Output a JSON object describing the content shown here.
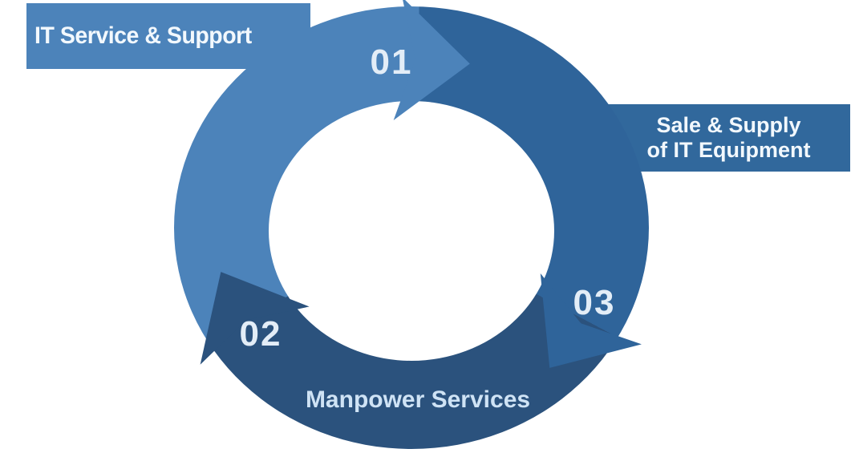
{
  "diagram": {
    "type": "cycle-arrows",
    "steps": [
      {
        "number": "01",
        "label": "IT Service & Support",
        "label_placement": "banner-top-left",
        "segment_color": "#4c83ba"
      },
      {
        "number": "02",
        "label": "Manpower Services",
        "label_placement": "bottom-arc",
        "segment_color": "#2b527d"
      },
      {
        "number": "03",
        "label": "Sale & Supply of IT Equipment",
        "label_placement": "banner-right",
        "segment_color": "#2f649a"
      }
    ],
    "banner_right_lines": [
      "Sale & Supply",
      "of IT Equipment"
    ],
    "flow_direction": "clockwise",
    "colors": {
      "light_blue": "#4c83ba",
      "medium_blue": "#2f649a",
      "dark_navy": "#2b527d",
      "banner_right_blue": "#31689c",
      "banner_text": "#f2f8fd",
      "label_text": "#e3edf7",
      "arc_label_text": "#cfe3f5"
    }
  }
}
